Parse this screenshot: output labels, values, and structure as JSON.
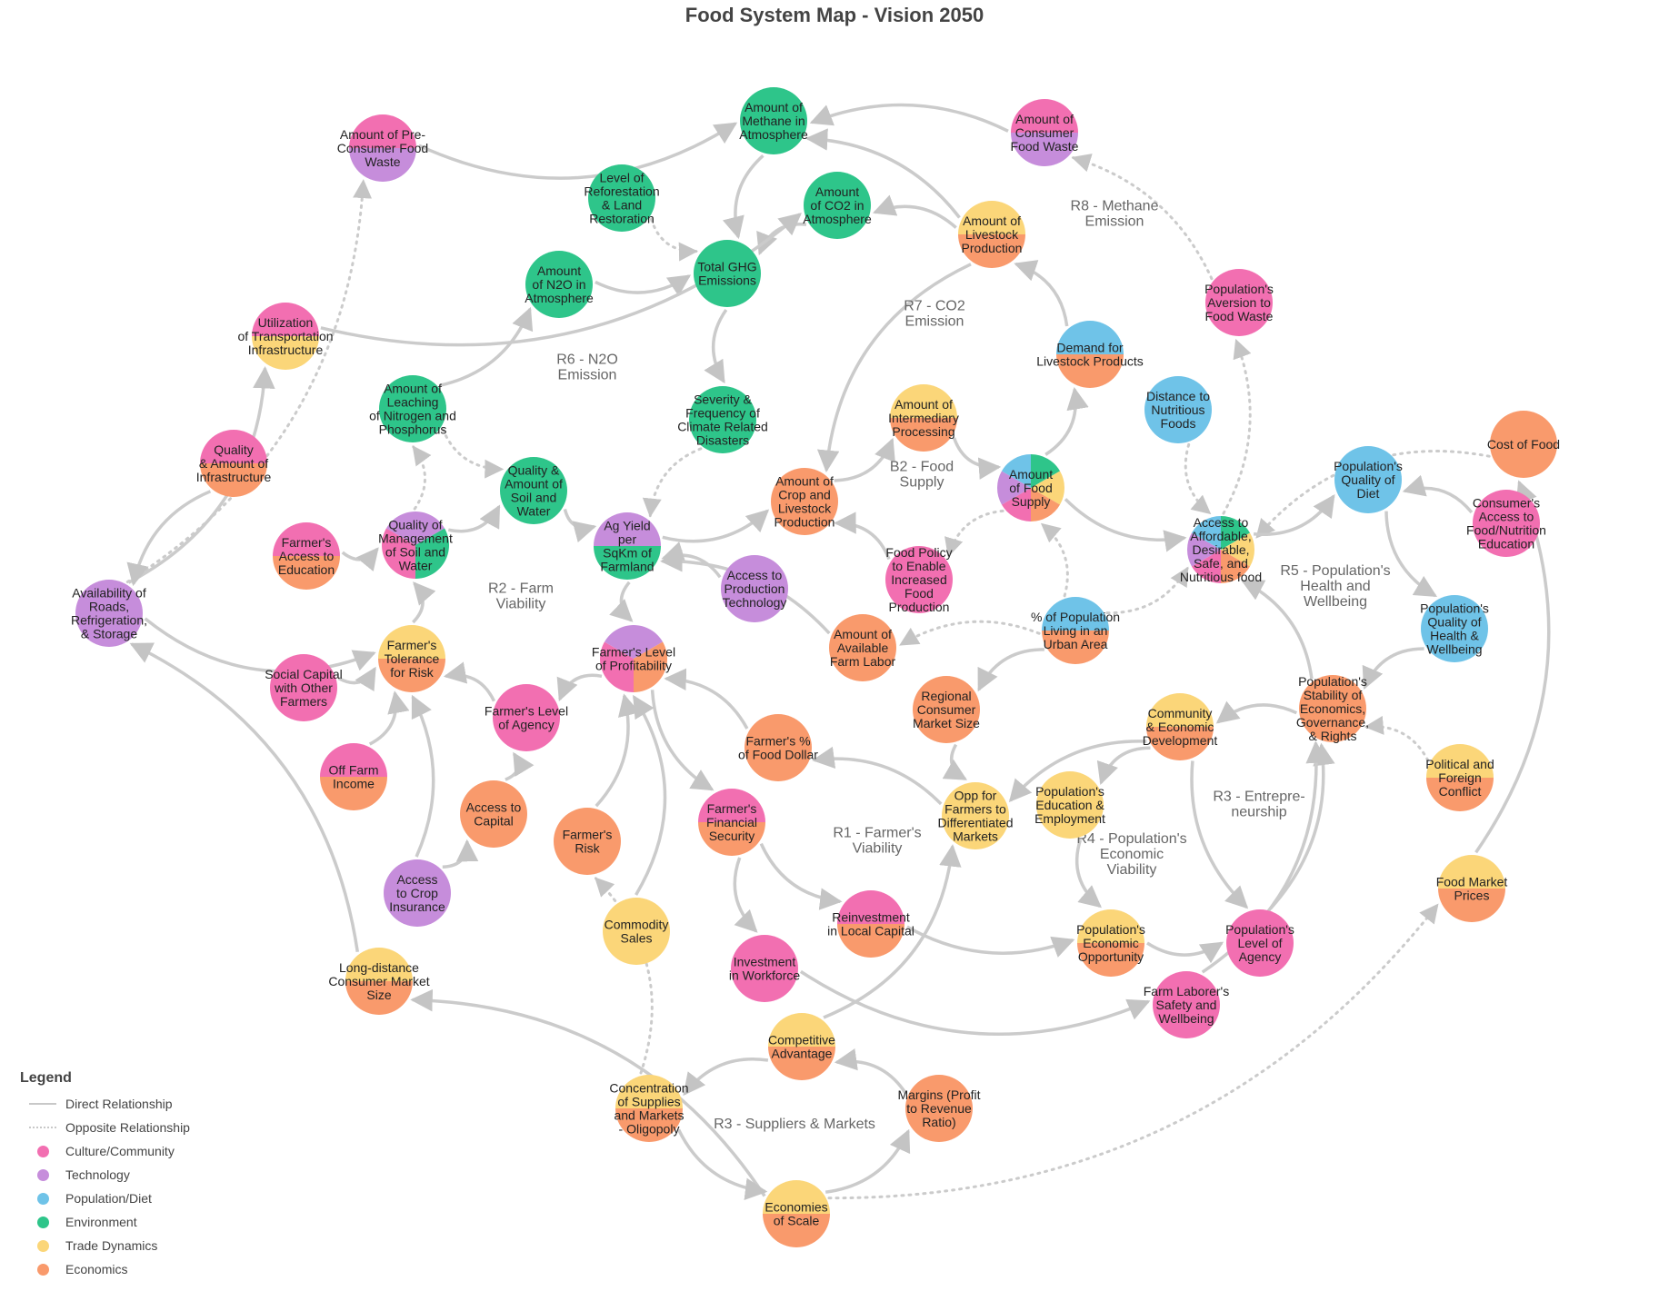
{
  "title": "Food System Map - Vision 2050",
  "colors": {
    "culture": "#f26fb1",
    "technology": "#c68ddb",
    "population": "#6fc3e8",
    "environment": "#2ec58a",
    "trade": "#fbd679",
    "economics": "#f99a6c",
    "link": "#cbcbcb"
  },
  "legend": {
    "title": "Legend",
    "items": [
      {
        "label": "Direct Relationship",
        "kind": "line"
      },
      {
        "label": "Opposite Relationship",
        "kind": "dash"
      },
      {
        "label": "Culture/Community",
        "kind": "dot",
        "color": "#f26fb1"
      },
      {
        "label": "Technology",
        "kind": "dot",
        "color": "#c68ddb"
      },
      {
        "label": "Population/Diet",
        "kind": "dot",
        "color": "#6fc3e8"
      },
      {
        "label": "Environment",
        "kind": "dot",
        "color": "#2ec58a"
      },
      {
        "label": "Trade Dynamics",
        "kind": "dot",
        "color": "#fbd679"
      },
      {
        "label": "Economics",
        "kind": "dot",
        "color": "#f99a6c"
      }
    ]
  },
  "loops": [
    {
      "id": "r6",
      "text": "R6 - N2O\nEmission"
    },
    {
      "id": "r7",
      "text": "R7 - CO2\nEmission"
    },
    {
      "id": "r8",
      "text": "R8 - Methane\nEmission"
    },
    {
      "id": "b2",
      "text": "B2 - Food\nSupply"
    },
    {
      "id": "r2",
      "text": "R2 - Farm\nViability"
    },
    {
      "id": "r5",
      "text": "R5 - Population's\nHealth and\nWellbeing"
    },
    {
      "id": "r1",
      "text": "R1 - Farmer's\nViability"
    },
    {
      "id": "r3e",
      "text": "R3 - Entrepre-\nneurship"
    },
    {
      "id": "r4",
      "text": "R4 - Population's\nEconomic\nViability"
    },
    {
      "id": "r3",
      "text": "R3 - Suppliers & Markets"
    }
  ],
  "nodes": [
    {
      "id": "methane",
      "label": "Amount of\nMethane in\nAtmosphere",
      "colors": [
        "environment"
      ]
    },
    {
      "id": "preWaste",
      "label": "Amount of Pre-\nConsumer Food\nWaste",
      "colors": [
        "culture",
        "technology"
      ]
    },
    {
      "id": "consWaste",
      "label": "Amount of\nConsumer\nFood Waste",
      "colors": [
        "culture",
        "technology"
      ]
    },
    {
      "id": "reforest",
      "label": "Level of\nReforestation\n& Land\nRestoration",
      "colors": [
        "environment"
      ]
    },
    {
      "id": "co2",
      "label": "Amount\nof CO2 in\nAtmosphere",
      "colors": [
        "environment"
      ]
    },
    {
      "id": "livestock",
      "label": "Amount of\nLivestock\nProduction",
      "colors": [
        "trade",
        "economics"
      ]
    },
    {
      "id": "n2o",
      "label": "Amount\nof N2O in\nAtmosphere",
      "colors": [
        "environment"
      ]
    },
    {
      "id": "ghg",
      "label": "Total GHG\nEmissions",
      "colors": [
        "environment"
      ]
    },
    {
      "id": "utilTransport",
      "label": "Utilization\nof Transportation\nInfrastructure",
      "colors": [
        "culture",
        "trade"
      ]
    },
    {
      "id": "aversion",
      "label": "Population's\nAversion to\nFood Waste",
      "colors": [
        "culture"
      ]
    },
    {
      "id": "demandLivestock",
      "label": "Demand for\nLivestock Products",
      "colors": [
        "population",
        "economics"
      ]
    },
    {
      "id": "leaching",
      "label": "Amount of\nLeaching\nof Nitrogen and\nPhosphorus",
      "colors": [
        "environment"
      ]
    },
    {
      "id": "severity",
      "label": "Severity &\nFrequency of\nClimate Related\nDisasters",
      "colors": [
        "environment"
      ]
    },
    {
      "id": "intermediary",
      "label": "Amount of\nIntermediary\nProcessing",
      "colors": [
        "trade",
        "economics"
      ]
    },
    {
      "id": "distanceFoods",
      "label": "Distance to\nNutritious\nFoods",
      "colors": [
        "population"
      ]
    },
    {
      "id": "costFood",
      "label": "Cost of Food",
      "colors": [
        "economics"
      ]
    },
    {
      "id": "qualityInfra",
      "label": "Quality\n& Amount of\nInfrastructure",
      "colors": [
        "culture",
        "economics"
      ]
    },
    {
      "id": "soilWater",
      "label": "Quality &\nAmount of\nSoil and\nWater",
      "colors": [
        "environment"
      ]
    },
    {
      "id": "cropLivestock",
      "label": "Amount of\nCrop and\nLivestock\nProduction",
      "colors": [
        "economics"
      ]
    },
    {
      "id": "foodSupply",
      "label": "Amount\nof Food\nSupply",
      "colors": [
        "culture",
        "technology",
        "population",
        "environment",
        "trade",
        "economics"
      ]
    },
    {
      "id": "qualityDiet",
      "label": "Population's\nQuality of\nDiet",
      "colors": [
        "population"
      ]
    },
    {
      "id": "accessAffordable",
      "label": "Access to\nAffordable,\nDesirable,\nSafe, and\nNutritious food",
      "colors": [
        "culture",
        "technology",
        "population",
        "environment",
        "trade",
        "economics"
      ]
    },
    {
      "id": "consumerEdu",
      "label": "Consumer's\nAccess to\nFood/Nutrition\nEducation",
      "colors": [
        "culture"
      ]
    },
    {
      "id": "farmerEdu",
      "label": "Farmer's\nAccess to\nEducation",
      "colors": [
        "culture",
        "economics"
      ]
    },
    {
      "id": "soilMgmt",
      "label": "Quality of\nManagement\nof Soil and\nWater",
      "colors": [
        "culture",
        "technology",
        "environment"
      ]
    },
    {
      "id": "agYield",
      "label": "Ag Yield\nper\nSqKm of\nFarmland",
      "colors": [
        "technology",
        "environment"
      ]
    },
    {
      "id": "foodPolicy",
      "label": "Food Policy\nto Enable\nIncreased\nFood\nProduction",
      "colors": [
        "culture"
      ]
    },
    {
      "id": "prodTech",
      "label": "Access to\nProduction\nTechnology",
      "colors": [
        "technology"
      ]
    },
    {
      "id": "availRoads",
      "label": "Availability of\nRoads,\nRefrigeration,\n& Storage",
      "colors": [
        "technology"
      ]
    },
    {
      "id": "urbanPop",
      "label": "% of Population\nLiving in an\nUrban Area",
      "colors": [
        "population",
        "economics"
      ]
    },
    {
      "id": "healthWell",
      "label": "Population's\nQuality of\nHealth &\nWellbeing",
      "colors": [
        "population"
      ]
    },
    {
      "id": "tolerance",
      "label": "Farmer's\nTolerance\nfor Risk",
      "colors": [
        "trade",
        "economics"
      ]
    },
    {
      "id": "profitability",
      "label": "Farmer's Level\nof Profitability",
      "colors": [
        "culture",
        "technology",
        "economics"
      ]
    },
    {
      "id": "farmLabor",
      "label": "Amount of\nAvailable\nFarm Labor",
      "colors": [
        "economics"
      ]
    },
    {
      "id": "socialCapital",
      "label": "Social Capital\nwith Other\nFarmers",
      "colors": [
        "culture"
      ]
    },
    {
      "id": "farmerAgency",
      "label": "Farmer's Level\nof Agency",
      "colors": [
        "culture"
      ]
    },
    {
      "id": "regionalMarket",
      "label": "Regional\nConsumer\nMarket Size",
      "colors": [
        "economics"
      ]
    },
    {
      "id": "stability",
      "label": "Population's\nStability of\nEconomics,\nGovernance,\n& Rights",
      "colors": [
        "economics"
      ]
    },
    {
      "id": "community",
      "label": "Community\n& Economic\nDevelopment",
      "colors": [
        "trade",
        "economics"
      ]
    },
    {
      "id": "politicalConflict",
      "label": "Political and\nForeign\nConflict",
      "colors": [
        "trade",
        "economics"
      ]
    },
    {
      "id": "offFarm",
      "label": "Off Farm\nIncome",
      "colors": [
        "culture",
        "economics"
      ]
    },
    {
      "id": "foodDollar",
      "label": "Farmer's %\nof Food Dollar",
      "colors": [
        "economics"
      ]
    },
    {
      "id": "oppMarkets",
      "label": "Opp for\nFarmers to\nDifferentiated\nMarkets",
      "colors": [
        "trade"
      ]
    },
    {
      "id": "popEducation",
      "label": "Population's\nEducation &\nEmployment",
      "colors": [
        "trade"
      ]
    },
    {
      "id": "accessCapital",
      "label": "Access to\nCapital",
      "colors": [
        "economics"
      ]
    },
    {
      "id": "financialSec",
      "label": "Farmer's\nFinancial\nSecurity",
      "colors": [
        "culture",
        "economics"
      ]
    },
    {
      "id": "farmerRisk",
      "label": "Farmer's\nRisk",
      "colors": [
        "economics"
      ]
    },
    {
      "id": "cropInsurance",
      "label": "Access\nto Crop\nInsurance",
      "colors": [
        "technology"
      ]
    },
    {
      "id": "reinvest",
      "label": "Reinvestment\nin Local Capital",
      "colors": [
        "culture",
        "economics"
      ]
    },
    {
      "id": "foodMarketPrices",
      "label": "Food Market\nPrices",
      "colors": [
        "trade",
        "economics"
      ]
    },
    {
      "id": "commodity",
      "label": "Commodity\nSales",
      "colors": [
        "trade"
      ]
    },
    {
      "id": "econOpp",
      "label": "Population's\nEconomic\nOpportunity",
      "colors": [
        "trade",
        "economics"
      ]
    },
    {
      "id": "popAgency",
      "label": "Population's\nLevel of\nAgency",
      "colors": [
        "culture"
      ]
    },
    {
      "id": "workforce",
      "label": "Investment\nin Workforce",
      "colors": [
        "culture"
      ]
    },
    {
      "id": "longDistance",
      "label": "Long-distance\nConsumer Market\nSize",
      "colors": [
        "trade",
        "economics"
      ]
    },
    {
      "id": "laborerSafety",
      "label": "Farm Laborer's\nSafety and\nWellbeing",
      "colors": [
        "culture"
      ]
    },
    {
      "id": "competitive",
      "label": "Competitive\nAdvantage",
      "colors": [
        "trade",
        "economics"
      ]
    },
    {
      "id": "concentration",
      "label": "Concentration\nof Supplies\nand Markets\n- Oligopoly",
      "colors": [
        "trade",
        "economics"
      ]
    },
    {
      "id": "margins",
      "label": "Margins (Profit\nto Revenue\nRatio)",
      "colors": [
        "economics"
      ]
    },
    {
      "id": "economies",
      "label": "Economies\nof Scale",
      "colors": [
        "trade",
        "economics"
      ]
    }
  ],
  "links": [
    {
      "from": "preWaste",
      "to": "methane",
      "type": "direct"
    },
    {
      "from": "consWaste",
      "to": "methane",
      "type": "direct"
    },
    {
      "from": "livestock",
      "to": "methane",
      "type": "direct"
    },
    {
      "from": "methane",
      "to": "ghg",
      "type": "direct"
    },
    {
      "from": "co2",
      "to": "ghg",
      "type": "direct"
    },
    {
      "from": "n2o",
      "to": "ghg",
      "type": "direct"
    },
    {
      "from": "reforest",
      "to": "ghg",
      "type": "opposite"
    },
    {
      "from": "livestock",
      "to": "co2",
      "type": "direct"
    },
    {
      "from": "utilTransport",
      "to": "co2",
      "type": "direct"
    },
    {
      "from": "ghg",
      "to": "severity",
      "type": "direct"
    },
    {
      "from": "severity",
      "to": "agYield",
      "type": "opposite"
    },
    {
      "from": "leaching",
      "to": "n2o",
      "type": "direct"
    },
    {
      "from": "leaching",
      "to": "soilWater",
      "type": "opposite"
    },
    {
      "from": "soilMgmt",
      "to": "leaching",
      "type": "opposite"
    },
    {
      "from": "soilMgmt",
      "to": "soilWater",
      "type": "direct"
    },
    {
      "from": "soilWater",
      "to": "agYield",
      "type": "direct"
    },
    {
      "from": "agYield",
      "to": "cropLivestock",
      "type": "direct"
    },
    {
      "from": "agYield",
      "to": "profitability",
      "type": "direct"
    },
    {
      "from": "prodTech",
      "to": "agYield",
      "type": "direct"
    },
    {
      "from": "farmLabor",
      "to": "agYield",
      "type": "direct"
    },
    {
      "from": "cropLivestock",
      "to": "intermediary",
      "type": "direct"
    },
    {
      "from": "intermediary",
      "to": "foodSupply",
      "type": "direct"
    },
    {
      "from": "foodSupply",
      "to": "foodPolicy",
      "type": "opposite"
    },
    {
      "from": "foodPolicy",
      "to": "cropLivestock",
      "type": "direct"
    },
    {
      "from": "foodSupply",
      "to": "demandLivestock",
      "type": "direct"
    },
    {
      "from": "foodSupply",
      "to": "accessAffordable",
      "type": "direct"
    },
    {
      "from": "demandLivestock",
      "to": "livestock",
      "type": "direct"
    },
    {
      "from": "livestock",
      "to": "cropLivestock",
      "type": "direct"
    },
    {
      "from": "urbanPop",
      "to": "foodSupply",
      "type": "opposite"
    },
    {
      "from": "urbanPop",
      "to": "accessAffordable",
      "type": "opposite"
    },
    {
      "from": "urbanPop",
      "to": "farmLabor",
      "type": "opposite"
    },
    {
      "from": "urbanPop",
      "to": "regionalMarket",
      "type": "direct"
    },
    {
      "from": "distanceFoods",
      "to": "accessAffordable",
      "type": "opposite"
    },
    {
      "from": "costFood",
      "to": "accessAffordable",
      "type": "opposite"
    },
    {
      "from": "accessAffordable",
      "to": "aversion",
      "type": "opposite"
    },
    {
      "from": "aversion",
      "to": "consWaste",
      "type": "opposite"
    },
    {
      "from": "accessAffordable",
      "to": "qualityDiet",
      "type": "direct"
    },
    {
      "from": "consumerEdu",
      "to": "qualityDiet",
      "type": "direct"
    },
    {
      "from": "qualityDiet",
      "to": "healthWell",
      "type": "direct"
    },
    {
      "from": "healthWell",
      "to": "stability",
      "type": "direct"
    },
    {
      "from": "stability",
      "to": "accessAffordable",
      "type": "direct"
    },
    {
      "from": "stability",
      "to": "community",
      "type": "direct"
    },
    {
      "from": "politicalConflict",
      "to": "stability",
      "type": "opposite"
    },
    {
      "from": "community",
      "to": "popEducation",
      "type": "direct"
    },
    {
      "from": "community",
      "to": "oppMarkets",
      "type": "direct"
    },
    {
      "from": "community",
      "to": "popAgency",
      "type": "direct"
    },
    {
      "from": "popEducation",
      "to": "econOpp",
      "type": "direct"
    },
    {
      "from": "econOpp",
      "to": "popAgency",
      "type": "direct"
    },
    {
      "from": "popAgency",
      "to": "stability",
      "type": "direct"
    },
    {
      "from": "laborerSafety",
      "to": "stability",
      "type": "direct"
    },
    {
      "from": "reinvest",
      "to": "econOpp",
      "type": "direct"
    },
    {
      "from": "foodMarketPrices",
      "to": "costFood",
      "type": "direct"
    },
    {
      "from": "economies",
      "to": "foodMarketPrices",
      "type": "opposite"
    },
    {
      "from": "regionalMarket",
      "to": "oppMarkets",
      "type": "direct"
    },
    {
      "from": "oppMarkets",
      "to": "foodDollar",
      "type": "direct"
    },
    {
      "from": "foodDollar",
      "to": "profitability",
      "type": "direct"
    },
    {
      "from": "profitability",
      "to": "farmerAgency",
      "type": "direct"
    },
    {
      "from": "profitability",
      "to": "financialSec",
      "type": "direct"
    },
    {
      "from": "farmerRisk",
      "to": "profitability",
      "type": "direct"
    },
    {
      "from": "commodity",
      "to": "profitability",
      "type": "direct"
    },
    {
      "from": "financialSec",
      "to": "reinvest",
      "type": "direct"
    },
    {
      "from": "financialSec",
      "to": "workforce",
      "type": "direct"
    },
    {
      "from": "workforce",
      "to": "laborerSafety",
      "type": "direct"
    },
    {
      "from": "farmerAgency",
      "to": "tolerance",
      "type": "direct"
    },
    {
      "from": "accessCapital",
      "to": "farmerAgency",
      "type": "direct"
    },
    {
      "from": "cropInsurance",
      "to": "accessCapital",
      "type": "direct"
    },
    {
      "from": "cropInsurance",
      "to": "tolerance",
      "type": "direct"
    },
    {
      "from": "offFarm",
      "to": "tolerance",
      "type": "direct"
    },
    {
      "from": "socialCapital",
      "to": "tolerance",
      "type": "direct"
    },
    {
      "from": "tolerance",
      "to": "soilMgmt",
      "type": "direct"
    },
    {
      "from": "farmerEdu",
      "to": "soilMgmt",
      "type": "direct"
    },
    {
      "from": "availRoads",
      "to": "tolerance",
      "type": "direct"
    },
    {
      "from": "availRoads",
      "to": "utilTransport",
      "type": "direct"
    },
    {
      "from": "availRoads",
      "to": "preWaste",
      "type": "opposite"
    },
    {
      "from": "qualityInfra",
      "to": "availRoads",
      "type": "direct"
    },
    {
      "from": "longDistance",
      "to": "availRoads",
      "type": "direct"
    },
    {
      "from": "economies",
      "to": "longDistance",
      "type": "direct"
    },
    {
      "from": "economies",
      "to": "margins",
      "type": "direct"
    },
    {
      "from": "margins",
      "to": "competitive",
      "type": "direct"
    },
    {
      "from": "competitive",
      "to": "concentration",
      "type": "direct"
    },
    {
      "from": "concentration",
      "to": "economies",
      "type": "direct"
    },
    {
      "from": "concentration",
      "to": "farmerRisk",
      "type": "opposite"
    },
    {
      "from": "competitive",
      "to": "oppMarkets",
      "type": "direct"
    }
  ]
}
